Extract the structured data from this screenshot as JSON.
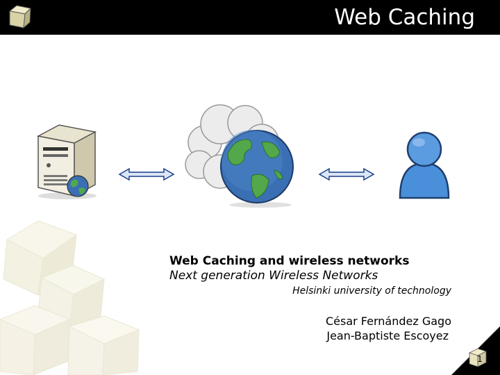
{
  "header": {
    "title": "Web Caching",
    "background": "#000000",
    "text_color": "#ffffff"
  },
  "content": {
    "title": "Web Caching and wireless networks",
    "subtitle": "Next generation Wireless Networks",
    "institution": "Helsinki university of technology",
    "authors": [
      "César Fernández Gago",
      "Jean-Baptiste Escoyez"
    ]
  },
  "diagram": {
    "nodes": [
      "server-icon",
      "internet-icon",
      "user-icon"
    ],
    "connectors": [
      "double-arrow-icon",
      "double-arrow-icon"
    ]
  },
  "footer": {
    "page_number": "1"
  },
  "colors": {
    "arrow_blue": "#3366cc",
    "globe_ocean": "#3a6fb3",
    "globe_land": "#52a84a",
    "user_blue": "#4a8fd9",
    "cube_beige": "#f0ecd2"
  }
}
